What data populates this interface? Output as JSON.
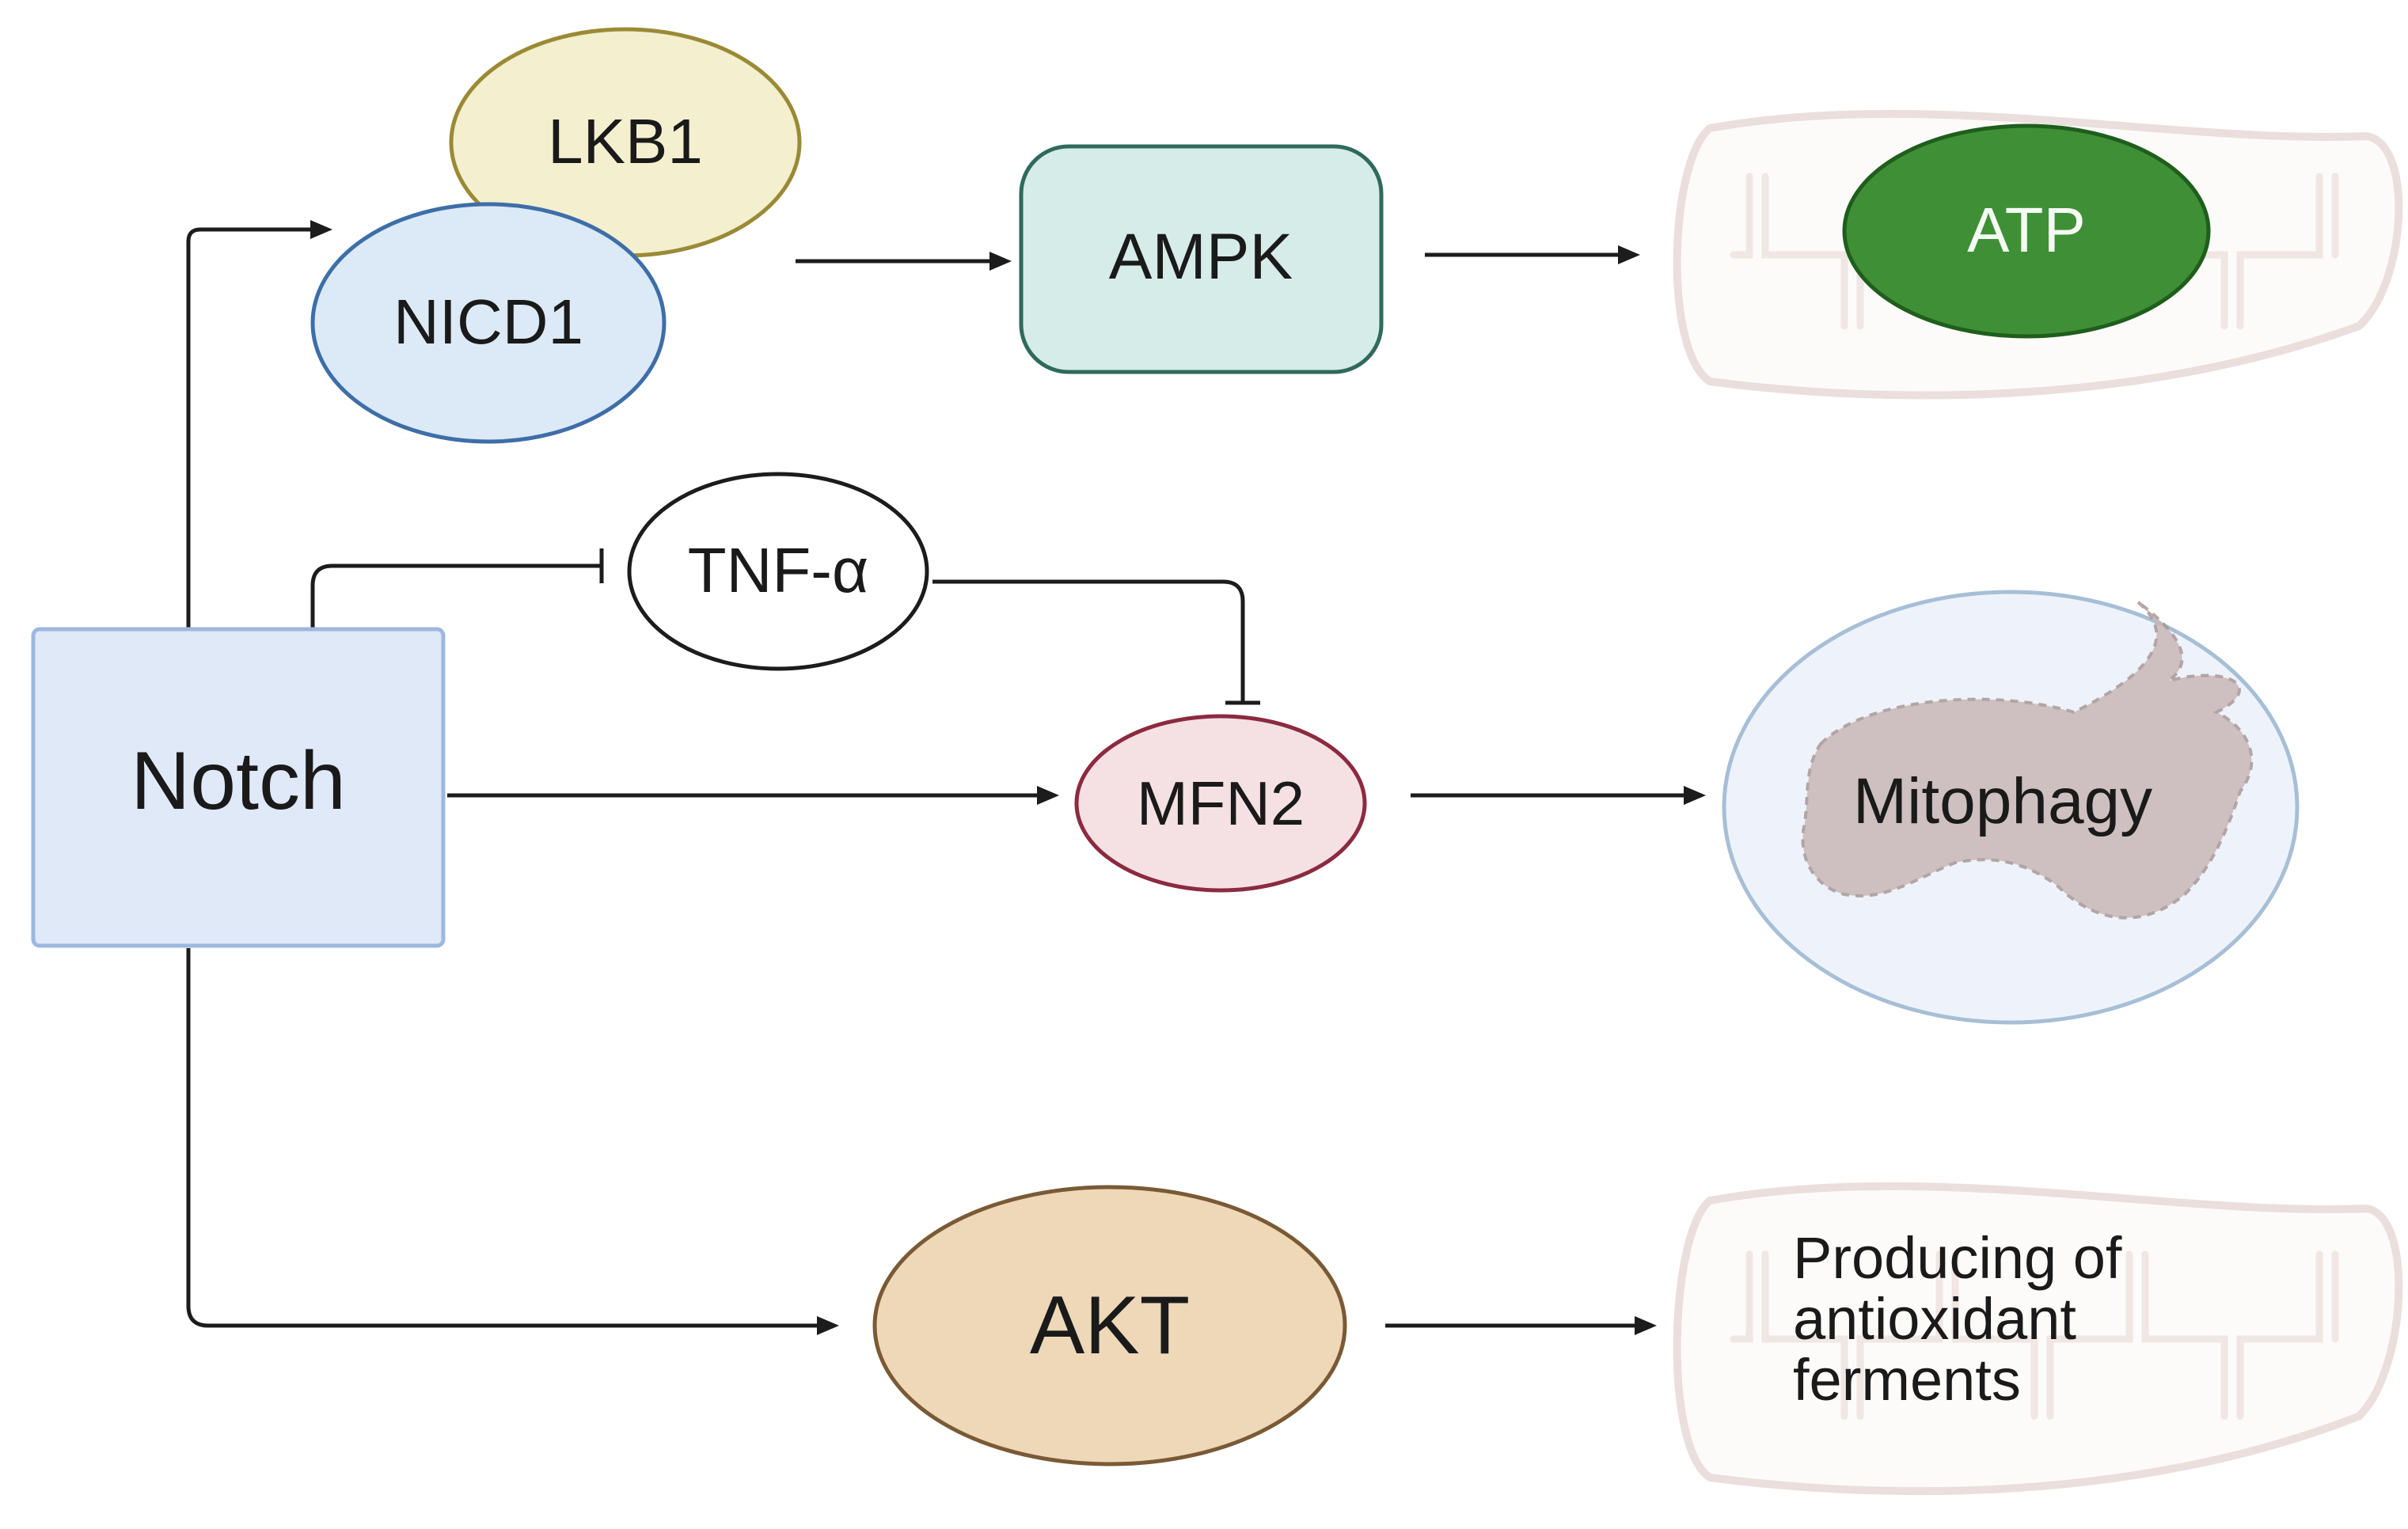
{
  "nodes": {
    "notch": "Notch",
    "lkb1": "LKB1",
    "nicd1": "NICD1",
    "ampk": "AMPK",
    "atp": "ATP",
    "tnf": "TNF-α",
    "mfn2": "MFN2",
    "mitophagy": "Mitophagy",
    "akt": "AKT",
    "antioxidant": [
      "Producing of",
      "antioxidant",
      "ferments"
    ]
  },
  "colors": {
    "line": "#1c1c1c",
    "notch_fill": "#dfe9f8",
    "notch_stroke": "#9db8e0",
    "lkb1_fill": "#f3efcf",
    "lkb1_stroke": "#9a8a35",
    "nicd1_fill": "#dceaf7",
    "nicd1_stroke": "#3e6ea8",
    "ampk_fill": "#d6ece8",
    "ampk_stroke": "#2f6a5c",
    "atp_fill": "#3f8f36",
    "atp_stroke": "#1f5e1c",
    "mfn2_fill": "#f5e1e4",
    "mfn2_stroke": "#8c2a40",
    "akt_fill": "#eed8b8",
    "akt_stroke": "#7a5a35",
    "mito_outline": "#eadfdc",
    "mito_inner": "#f0e6e3",
    "mitophagy_fill": "#eef3fb",
    "mitophagy_stroke": "#a7bfd6",
    "mitophagy_mito": "#c9b8b8"
  }
}
